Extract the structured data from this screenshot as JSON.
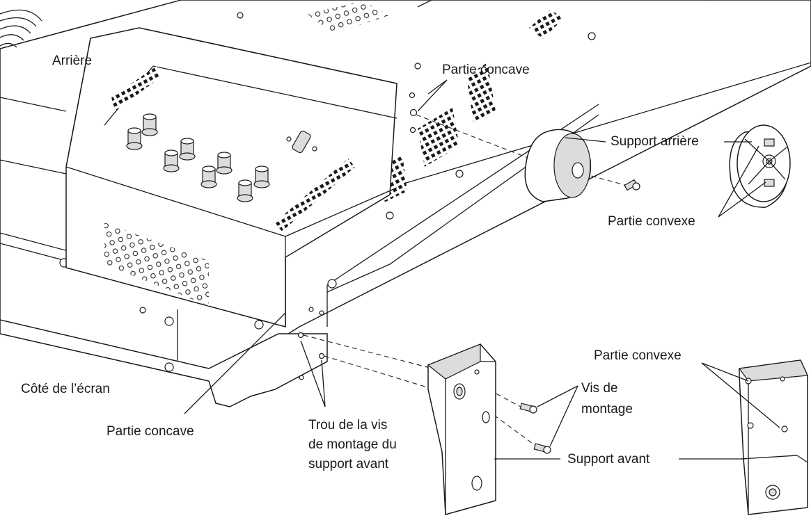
{
  "labels": {
    "rear": "Arrière",
    "concave_top": "Partie concave",
    "rear_support": "Support arrière",
    "convex_right": "Partie convexe",
    "screen_side": "Côté de l’écran",
    "concave_bottom": "Partie concave",
    "hole_line1": "Trou de la vis",
    "hole_line2": "de montage du",
    "hole_line3": "support avant",
    "screws_line1": "Vis de",
    "screws_line2": "montage",
    "convex_front": "Partie convexe",
    "front_support": "Support avant"
  }
}
